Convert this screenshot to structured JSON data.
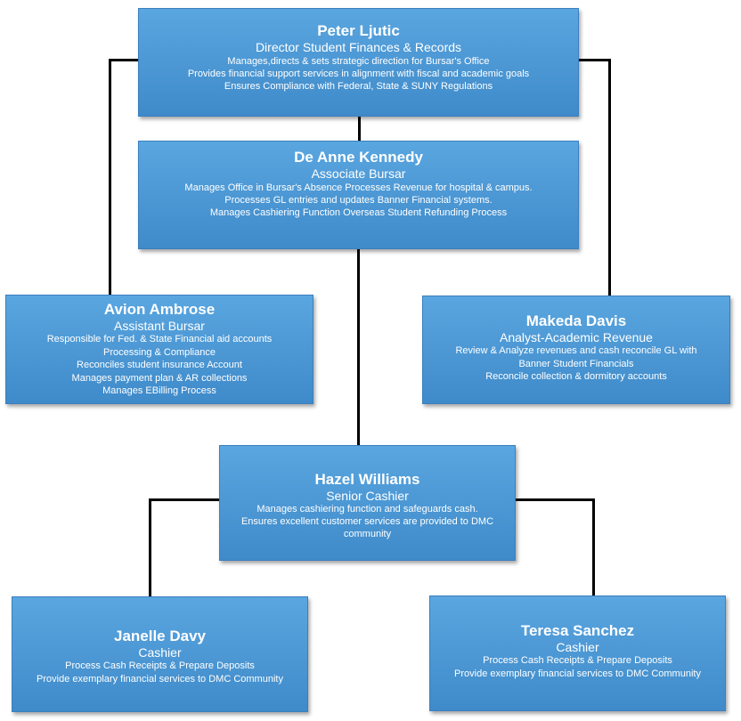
{
  "colors": {
    "box_fill": "#4a97d6",
    "box_text": "#ffffff",
    "connector": "#000000"
  },
  "nodes": {
    "director": {
      "name": "Peter Ljutic",
      "title": "Director Student Finances &  Records",
      "lines": [
        "Manages,directs & sets strategic direction for Bursar's Office",
        "Provides financial support services in alignment with fiscal and academic goals",
        "Ensures Compliance with Federal, State & SUNY Regulations"
      ]
    },
    "associate": {
      "name": "De Anne Kennedy",
      "title": "Associate Bursar",
      "lines": [
        "Manages Office in Bursar's Absence Processes Revenue for hospital & campus.",
        "Processes GL entries and updates Banner Financial systems.",
        "Manages Cashiering Function Overseas Student Refunding Process"
      ]
    },
    "assistant": {
      "name": "Avion Ambrose",
      "title": "Assistant Bursar",
      "lines": [
        "Responsible for Fed. & State Financial aid accounts",
        "Processing & Compliance",
        "Reconciles student insurance Account",
        "Manages payment plan & AR collections",
        "Manages EBilling Process"
      ]
    },
    "analyst": {
      "name": "Makeda Davis",
      "title": "Analyst-Academic Revenue",
      "lines": [
        "Review & Analyze revenues and cash reconcile GL with",
        "Banner Student Financials",
        "Reconcile collection & dormitory accounts"
      ]
    },
    "senior_cashier": {
      "name": "Hazel Williams",
      "title": "Senior Cashier",
      "lines": [
        "Manages cashiering function and safeguards cash.",
        "Ensures excellent customer services are provided to DMC",
        "community"
      ]
    },
    "cashier_left": {
      "name": "Janelle Davy",
      "title": "Cashier",
      "lines": [
        "Process Cash Receipts & Prepare Deposits",
        "Provide exemplary financial services to DMC Community"
      ]
    },
    "cashier_right": {
      "name": "Teresa Sanchez",
      "title": "Cashier",
      "lines": [
        "Process Cash Receipts & Prepare Deposits",
        "Provide exemplary financial services to DMC Community"
      ]
    }
  }
}
